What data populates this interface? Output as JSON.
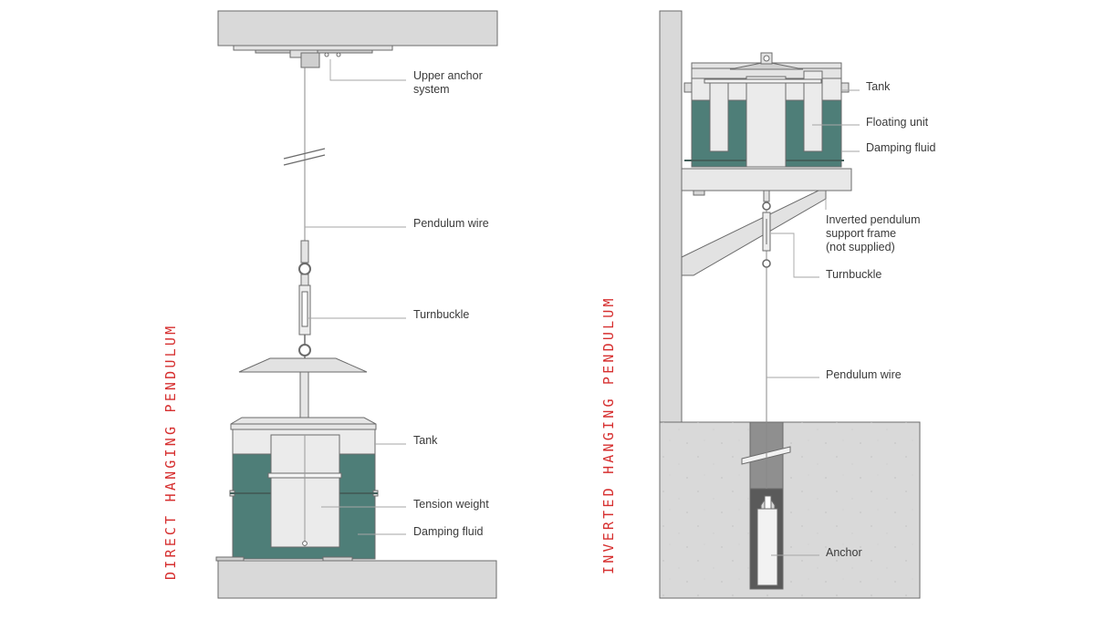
{
  "titles": {
    "direct": "DIRECT HANGING PENDULUM",
    "inverted": "INVERTED HANGING PENDULUM"
  },
  "labels": {
    "upper_anchor_1": "Upper anchor",
    "upper_anchor_2": "system",
    "pendulum_wire_left": "Pendulum wire",
    "turnbuckle_left": "Turnbuckle",
    "tank_left": "Tank",
    "tension_weight": "Tension weight",
    "damping_fluid_left": "Damping fluid",
    "tank_right": "Tank",
    "floating_unit": "Floating unit",
    "damping_fluid_right": "Damping fluid",
    "support_frame_1": "Inverted pendulum",
    "support_frame_2": "support frame",
    "support_frame_3": "(not supplied)",
    "turnbuckle_right": "Turnbuckle",
    "pendulum_wire_right": "Pendulum wire",
    "anchor": "Anchor"
  },
  "colors": {
    "concrete": "#d9d9d9",
    "outline": "#6b6b6b",
    "fluid": "#4e7e78",
    "tank_light": "#ebebeb",
    "title_red": "#d62f2f",
    "leader": "#9a9a9a",
    "anchor_dark": "#5a5a5a"
  }
}
